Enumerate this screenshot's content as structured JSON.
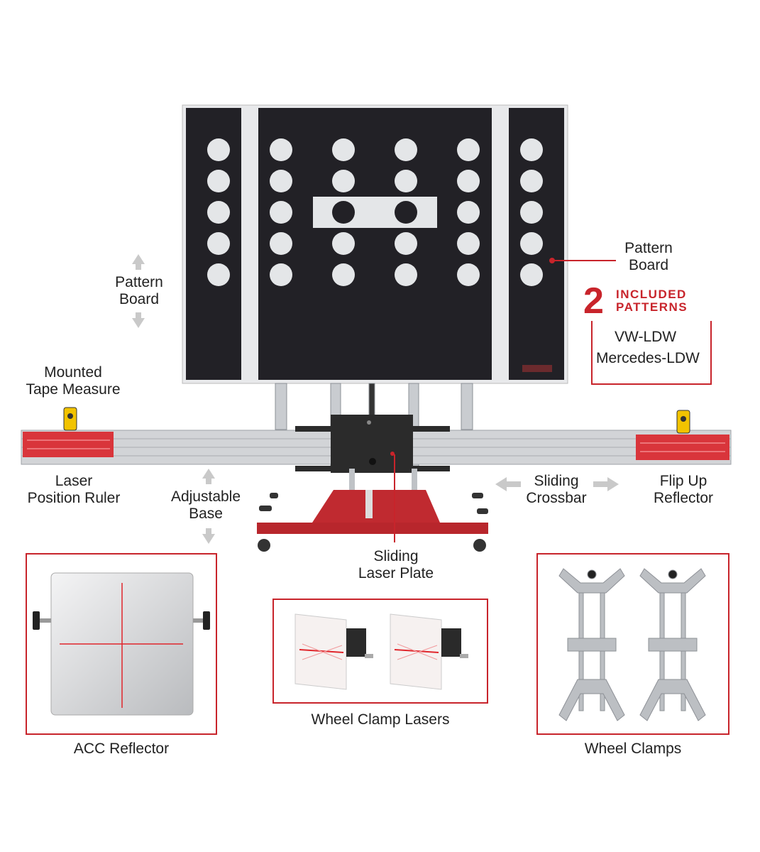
{
  "labels": {
    "pattern_board_left": [
      "Pattern",
      "Board"
    ],
    "pattern_board_right": [
      "Pattern",
      "Board"
    ],
    "mounted_tape_measure": [
      "Mounted",
      "Tape Measure"
    ],
    "laser_position_ruler": [
      "Laser",
      "Position Ruler"
    ],
    "adjustable_base": [
      "Adjustable",
      "Base"
    ],
    "sliding_crossbar": [
      "Sliding",
      "Crossbar"
    ],
    "flip_up_reflector": [
      "Flip Up",
      "Reflector"
    ],
    "sliding_laser_plate": [
      "Sliding",
      "Laser Plate"
    ]
  },
  "patterns_box": {
    "count": "2",
    "title_line1": "INCLUDED",
    "title_line2": "PATTERNS",
    "items": [
      "VW-LDW",
      "Mercedes-LDW"
    ]
  },
  "accessories": {
    "acc_reflector": "ACC Reflector",
    "wheel_clamp_lasers": "Wheel Clamp Lasers",
    "wheel_clamps": "Wheel Clamps"
  },
  "colors": {
    "accent_red": "#c8242b",
    "board_black": "#222126",
    "frame_silver": "#c9ccd0"
  }
}
